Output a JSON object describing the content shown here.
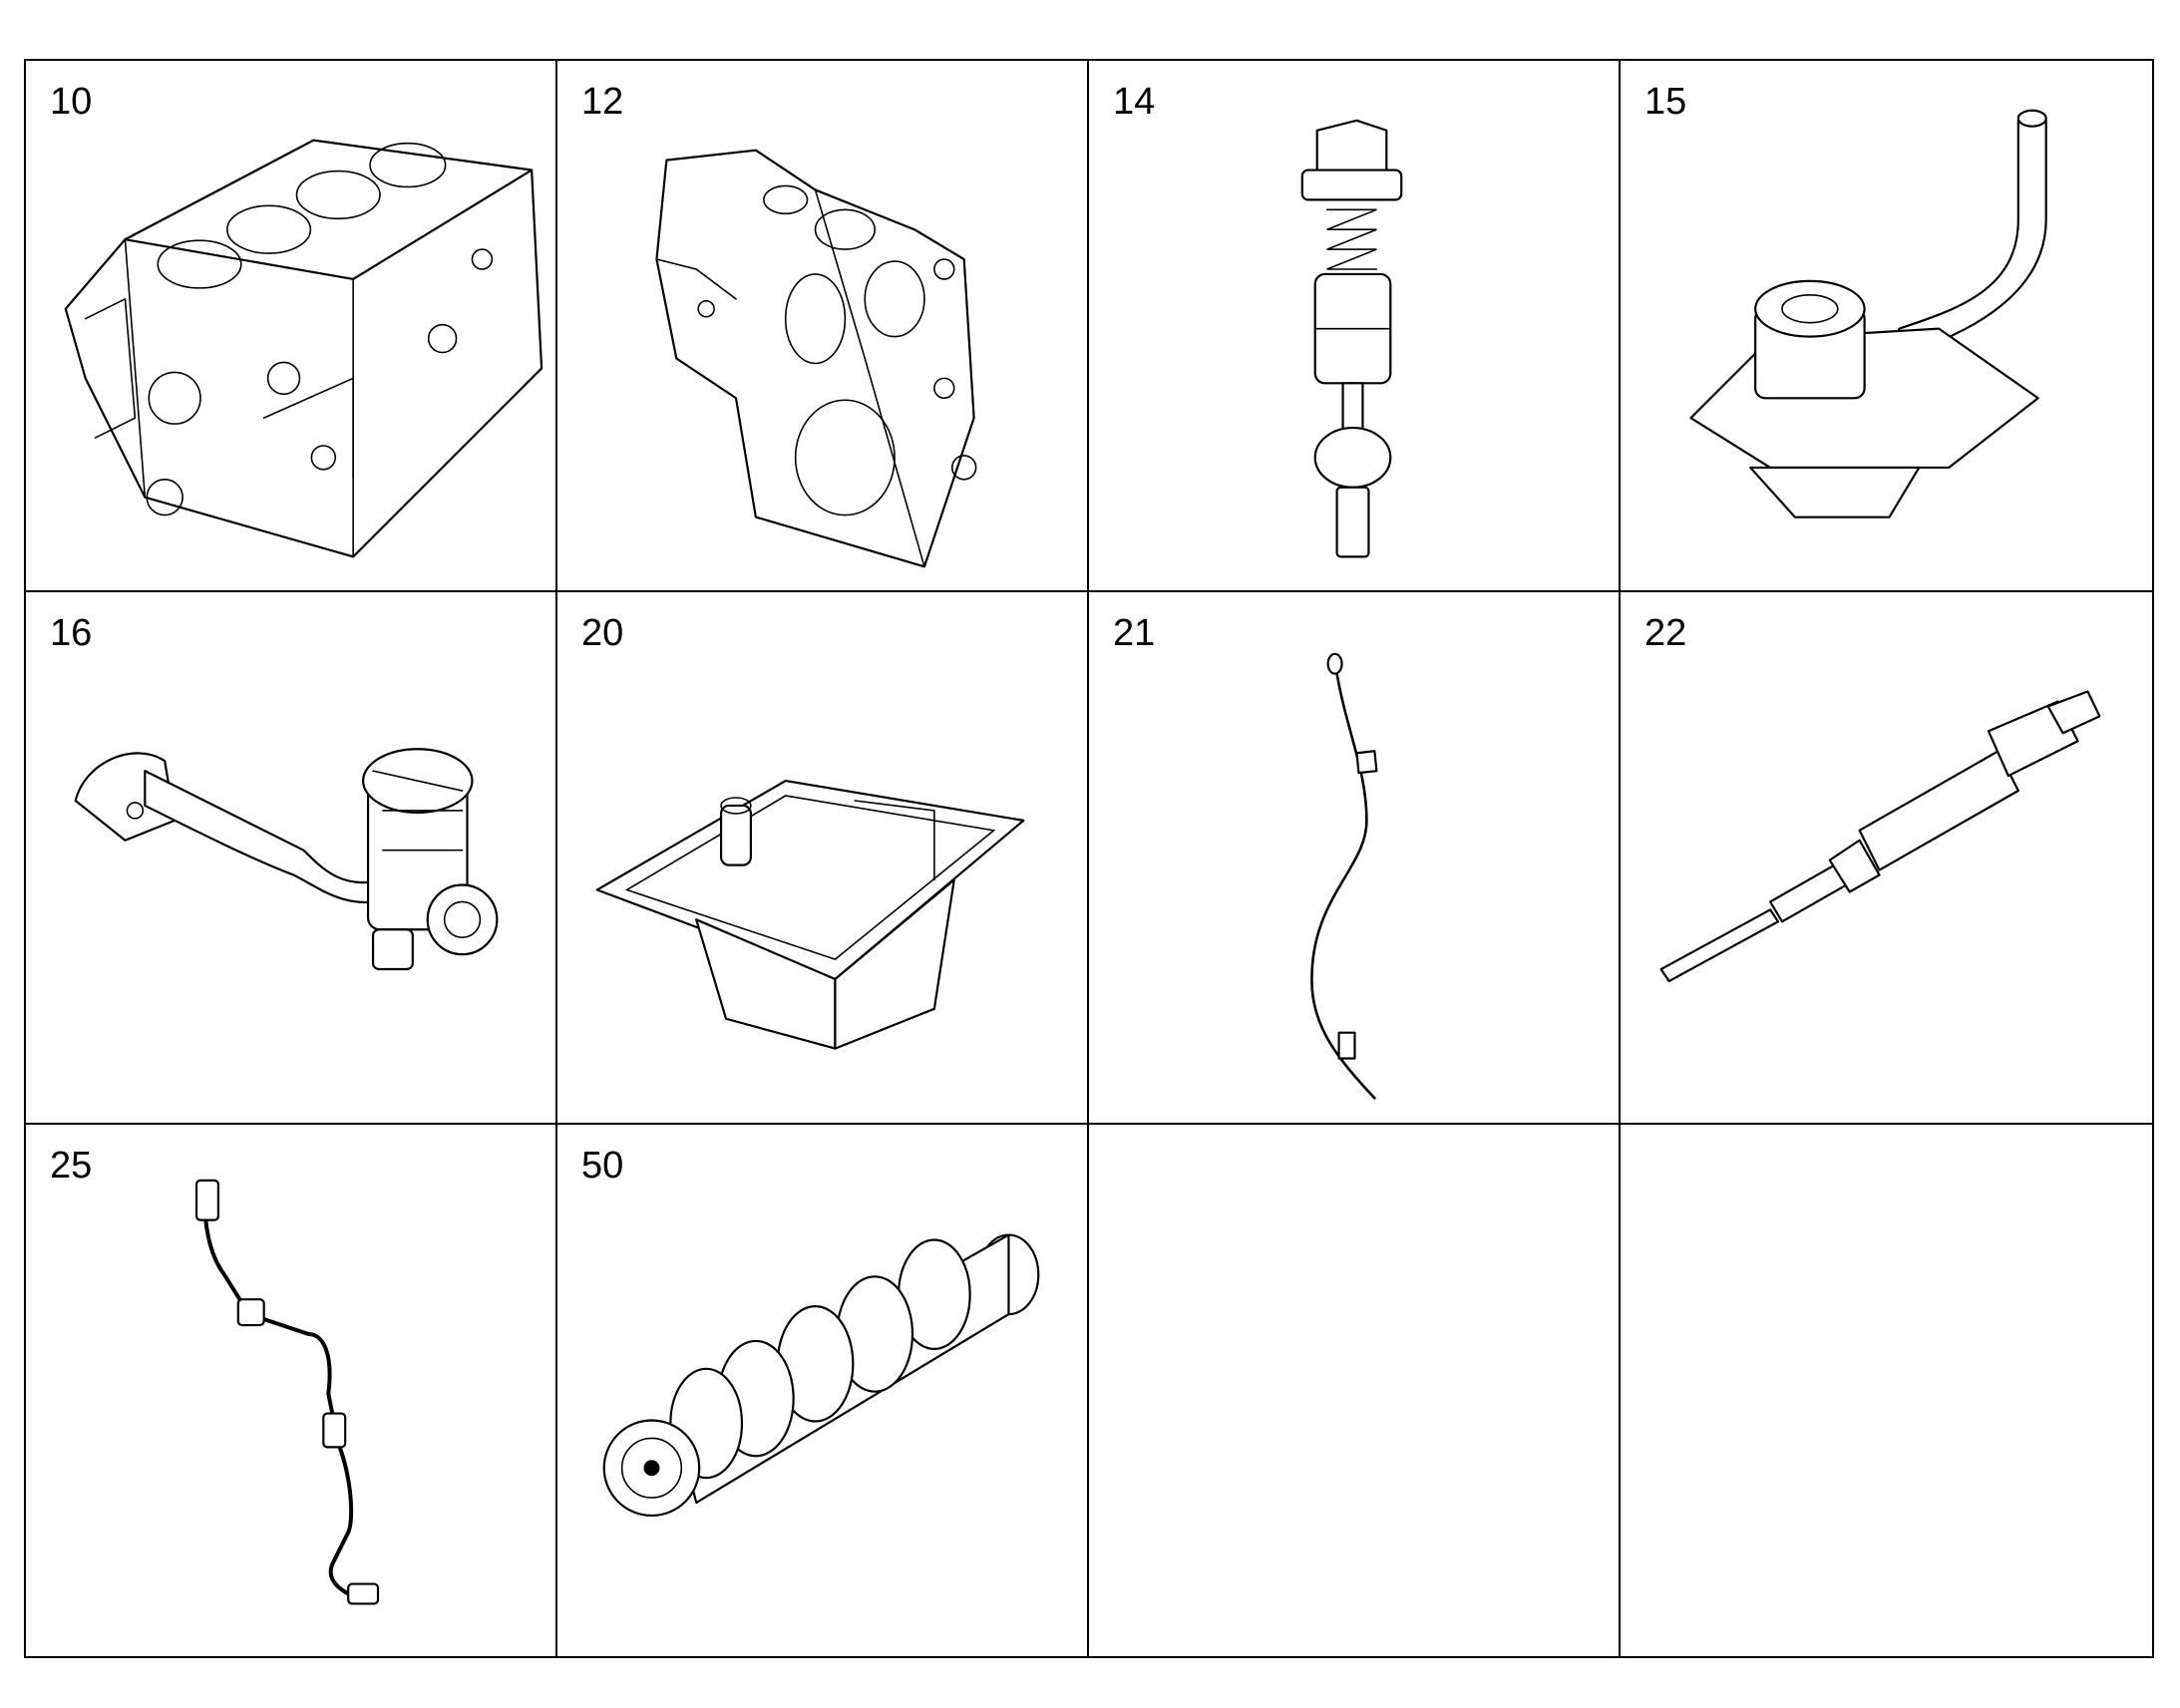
{
  "parts": [
    {
      "number": "10",
      "icon": "cylinder-block-icon"
    },
    {
      "number": "12",
      "icon": "timing-case-cover-icon"
    },
    {
      "number": "14",
      "icon": "oil-pressure-valve-icon"
    },
    {
      "number": "15",
      "icon": "oil-suction-pipe-icon"
    },
    {
      "number": "16",
      "icon": "breather-pipe-icon"
    },
    {
      "number": "20",
      "icon": "oil-sump-icon"
    },
    {
      "number": "21",
      "icon": "dipstick-icon"
    },
    {
      "number": "22",
      "icon": "oil-level-sensor-icon"
    },
    {
      "number": "25",
      "icon": "sensor-harness-icon"
    },
    {
      "number": "50",
      "icon": "crankshaft-icon"
    },
    {
      "number": "",
      "icon": ""
    },
    {
      "number": "",
      "icon": ""
    }
  ]
}
